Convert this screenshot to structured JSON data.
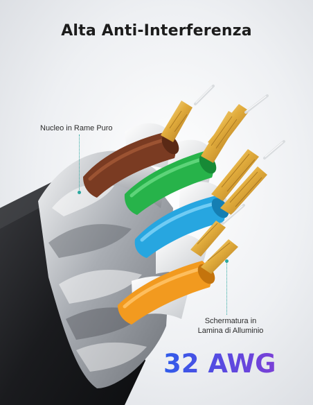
{
  "title": "Alta Anti-Interferenza",
  "callouts": {
    "core": "Nucleo in Rame Puro",
    "shield_line1": "Schermatura in",
    "shield_line2": "Lamina di Alluminio"
  },
  "gauge": "32 AWG",
  "colors": {
    "accent_teal": "#2ba8a0",
    "gauge_gradient_start": "#2f5bea",
    "gauge_gradient_end": "#7a3fd6",
    "pair_brown": "#7a3b22",
    "pair_green": "#27b34a",
    "pair_blue": "#27a6e0",
    "pair_orange": "#f29a1f",
    "copper": "#d9a43a",
    "jacket": "#1e1f22"
  }
}
